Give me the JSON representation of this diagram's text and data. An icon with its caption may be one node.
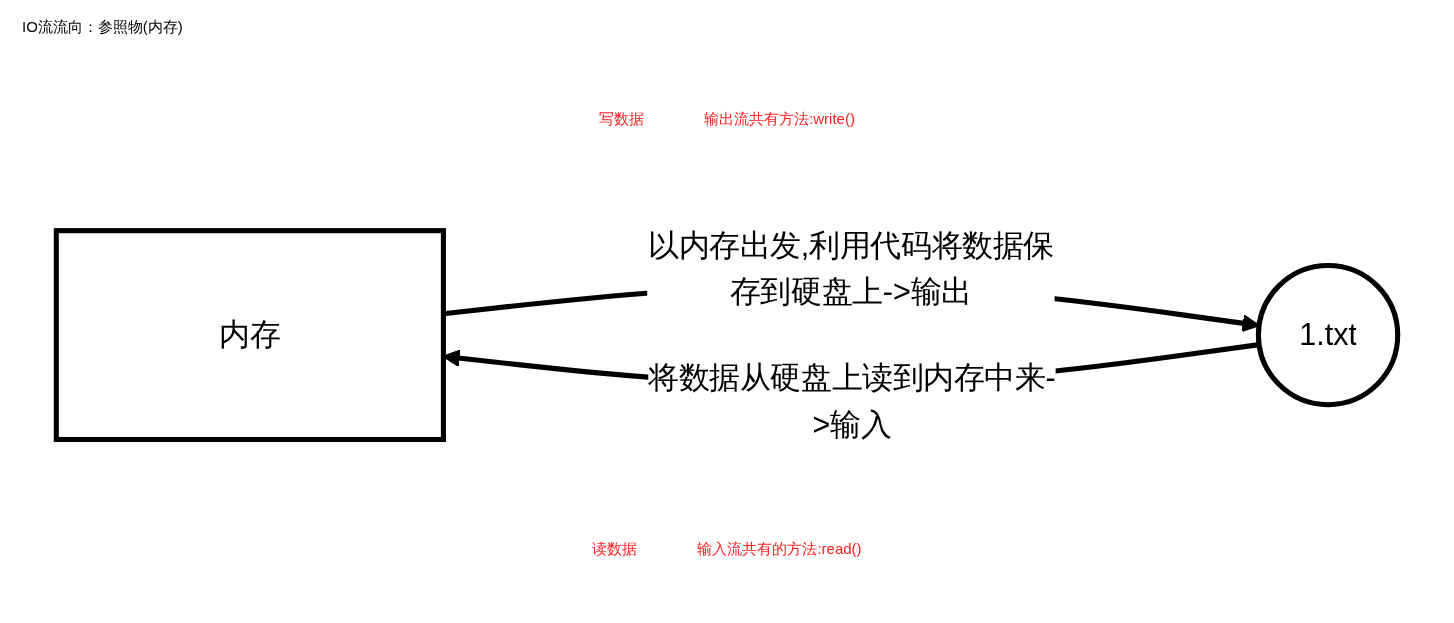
{
  "diagram": {
    "title": "IO流流向：参照物(内存)",
    "nodes": [
      {
        "text": [
          "内存"
        ]
      },
      {
        "text": [
          "1.txt"
        ]
      }
    ],
    "edges": [
      {
        "from": 0,
        "to": 1,
        "arrow": "to",
        "label": "以内存出发,利用代码将数据保存到硬盘上->输出"
      },
      {
        "from": 1,
        "to": 0,
        "arrow": "to",
        "label": "将数据从硬盘上读到内存中来->输入"
      }
    ],
    "labels": [
      "写数据",
      "输出流共有方法:write()",
      "读数据",
      "输入流共有的方法:read()"
    ]
  }
}
